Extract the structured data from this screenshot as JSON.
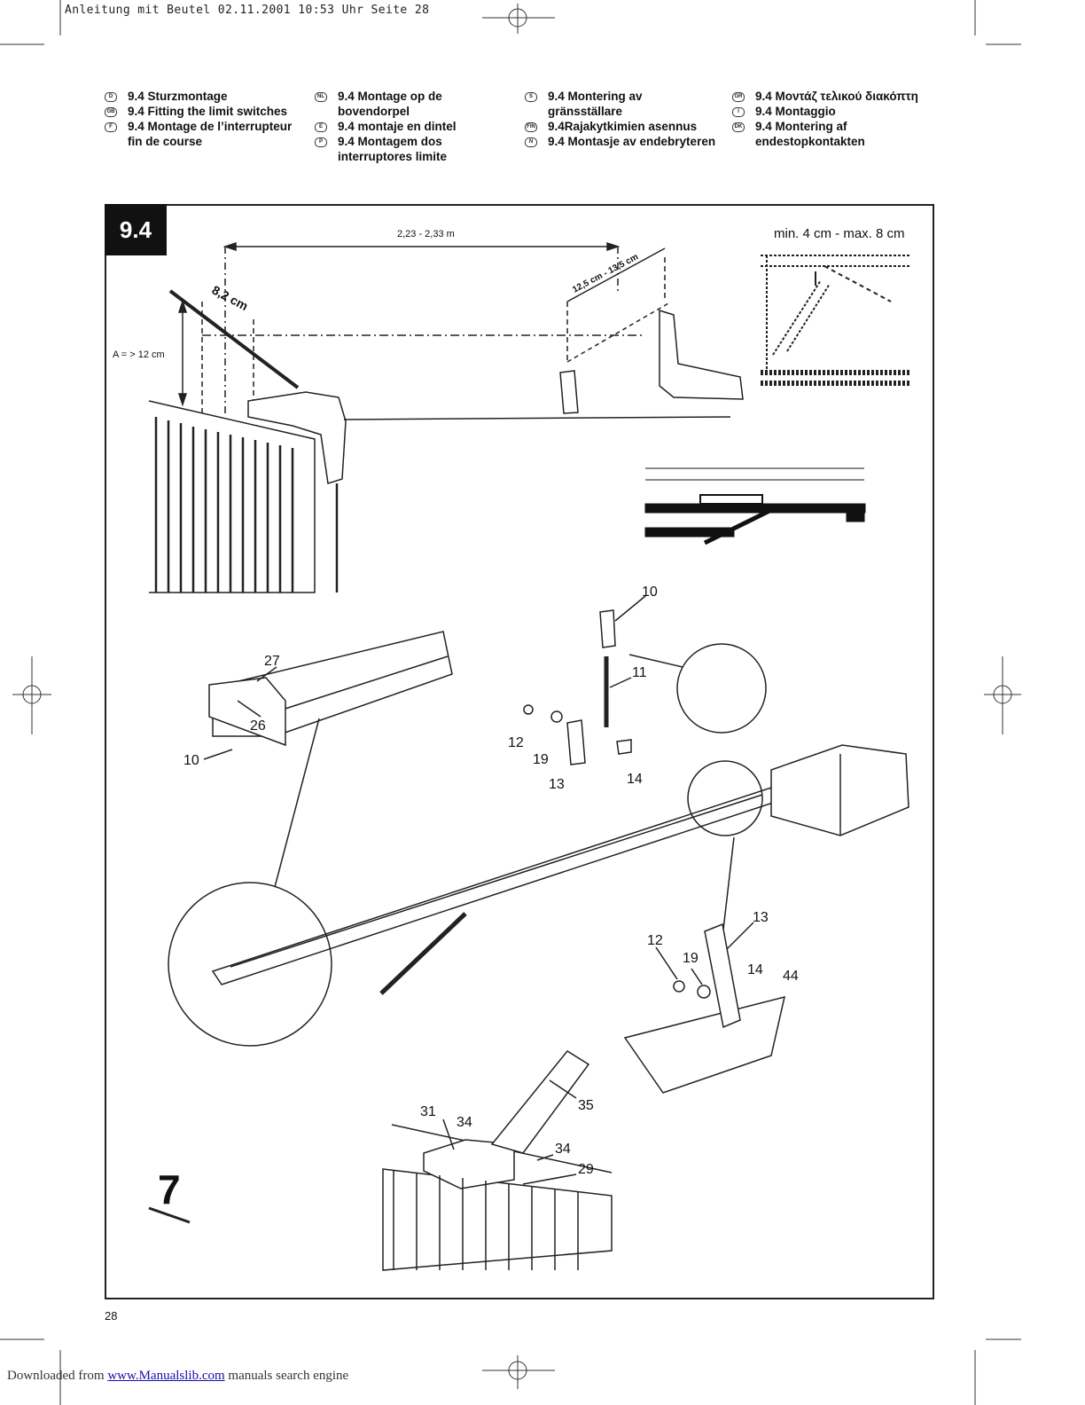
{
  "header": {
    "print_info": "Anleitung mit Beutel  02.11.2001 10:53 Uhr  Seite 28"
  },
  "languages": [
    [
      {
        "code": "D",
        "text": "9.4 Sturzmontage"
      },
      {
        "code": "GB",
        "text": "9.4 Fitting the limit switches"
      },
      {
        "code": "F",
        "text": "9.4 Montage de l’interrupteur\nfin de course"
      }
    ],
    [
      {
        "code": "NL",
        "text": "9.4 Montage op de\nbovendorpel"
      },
      {
        "code": "E",
        "text": "9.4 montaje en dintel"
      },
      {
        "code": "P",
        "text": "9.4 Montagem dos\ninterruptores limite"
      }
    ],
    [
      {
        "code": "S",
        "text": "9.4 Montering av\ngränsställare"
      },
      {
        "code": "FIN",
        "text": "9.4Rajakytkimien asennus"
      },
      {
        "code": "N",
        "text": "9.4 Montasje av endebryteren"
      }
    ],
    [
      {
        "code": "GR",
        "text": "9.4 Μοντάζ τελικού διακόπτη"
      },
      {
        "code": "I",
        "text": "9.4 Montaggio"
      },
      {
        "code": "DK",
        "text": "9.4 Montering af\n endestopkontakten"
      }
    ]
  ],
  "section": {
    "number": "9.4",
    "step": "7"
  },
  "figure": {
    "dim_span": "2,23 - 2,33 m",
    "dim_min_max": "min. 4 cm - max. 8 cm",
    "dim_a": "A = > 12 cm",
    "dim_82": "8,2 cm",
    "dim_diag": "12,5 cm - 13,5 cm",
    "parts": {
      "p10a": "10",
      "p11": "11",
      "p12a": "12",
      "p19a": "19",
      "p13a": "13",
      "p14a": "14",
      "p27": "27",
      "p26": "26",
      "p10b": "10",
      "p13b": "13",
      "p12b": "12",
      "p19b": "19",
      "p14b": "14",
      "p44": "44",
      "p31": "31",
      "p34a": "34",
      "p35": "35",
      "p34b": "34",
      "p29": "29"
    }
  },
  "page_number": "28",
  "footer": {
    "prefix": "Downloaded from ",
    "link": "www.Manualslib.com",
    "suffix": " manuals search engine"
  }
}
